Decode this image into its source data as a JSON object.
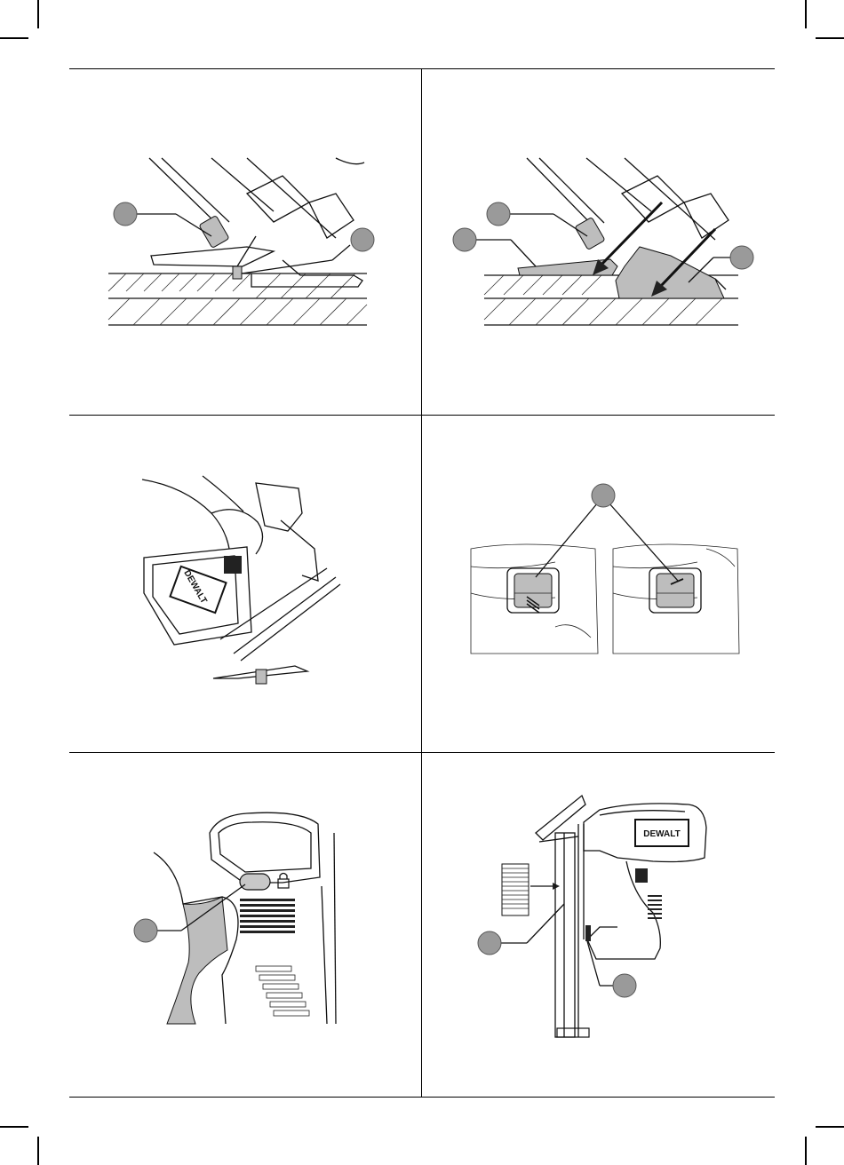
{
  "brand": {
    "logo_text": "DEWALT"
  },
  "colors": {
    "line": "#111111",
    "callout_fill": "#9a9a9a",
    "surface_grey": "#bdbdbd",
    "background": "#ffffff"
  },
  "figures": [
    {
      "id": "fig-1",
      "subject": "base-plate-adjustment-side-view",
      "callouts": 2
    },
    {
      "id": "fig-2",
      "subject": "base-plate-positioning-arrows",
      "callouts": 3
    },
    {
      "id": "fig-3",
      "subject": "hand-holding-stapler",
      "callouts": 0
    },
    {
      "id": "fig-4",
      "subject": "staple-indicator-windows",
      "callouts": 1
    },
    {
      "id": "fig-5",
      "subject": "trigger-lock-button",
      "callouts": 1
    },
    {
      "id": "fig-6",
      "subject": "magazine-loading",
      "callouts": 2
    }
  ]
}
